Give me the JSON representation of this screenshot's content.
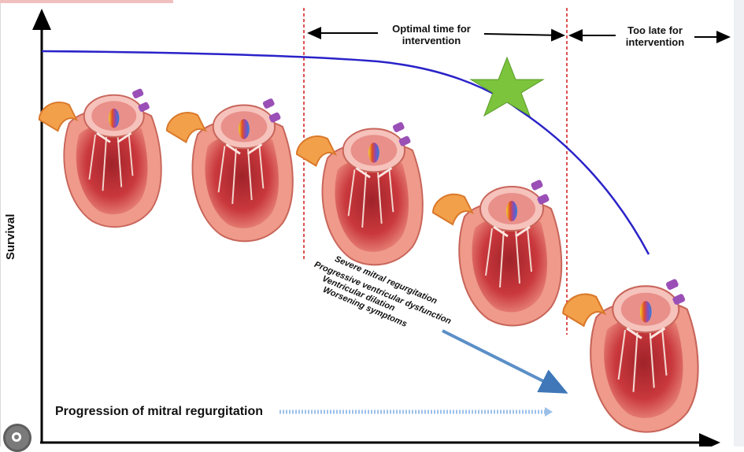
{
  "axes": {
    "y_label": "Survival"
  },
  "phases": {
    "optimal": "Optimal time for\nintervention",
    "too_late": "Too late for\nintervention"
  },
  "findings": [
    "Severe mitral regurgitation",
    "Progressive ventricular dysfunction",
    "Ventricular dilation",
    "Worsening symptoms"
  ],
  "progression_label": "Progression of mitral regurgitation",
  "colors": {
    "survival_curve": "#2a22c8",
    "phase_divider": "#d21a1a",
    "star": "#7bc43c",
    "trend_arrow": "#5b8fc7",
    "heart_muscle": "#d9534f"
  },
  "icons": [
    "camera-lens-icon"
  ]
}
